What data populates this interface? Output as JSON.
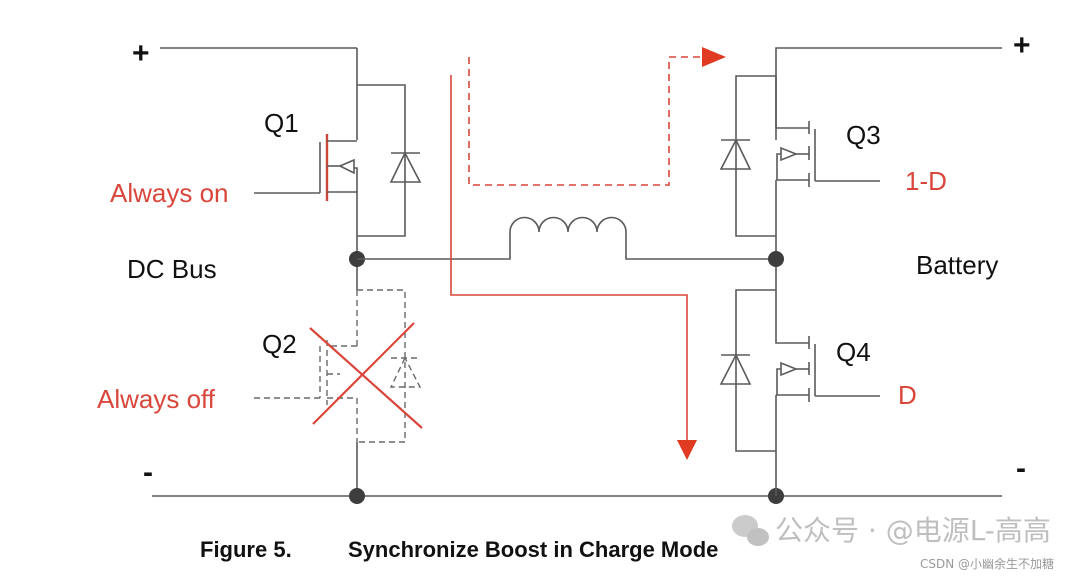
{
  "diagram": {
    "title": "Synchronize Boost in Charge Mode",
    "figure_label": "Figure 5.",
    "left_side": {
      "label": "DC Bus",
      "plus": "+",
      "minus": "-"
    },
    "right_side": {
      "label": "Battery",
      "plus": "+",
      "minus": "-"
    },
    "switches": [
      {
        "name": "Q1",
        "gate_signal": "Always on",
        "state": "on"
      },
      {
        "name": "Q2",
        "gate_signal": "Always off",
        "state": "off"
      },
      {
        "name": "Q3",
        "gate_signal": "1-D",
        "state": "switching"
      },
      {
        "name": "Q4",
        "gate_signal": "D",
        "state": "switching"
      }
    ],
    "current_paths": [
      {
        "style": "solid",
        "direction": "down",
        "description": "inductor charging path through Q4"
      },
      {
        "style": "dashed",
        "direction": "right",
        "description": "freewheel path through Q3 to battery"
      }
    ],
    "accent_color": "#d9463b"
  },
  "watermarks": {
    "main": "公众号 · @电源L-高高",
    "csdn": "CSDN @小幽余生不加糖"
  }
}
